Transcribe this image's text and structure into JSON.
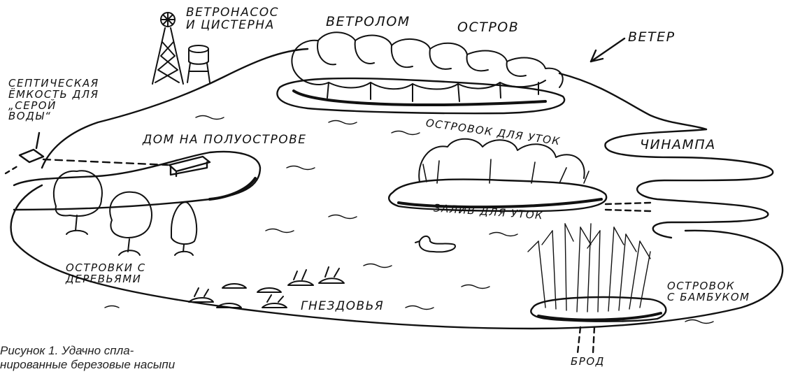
{
  "labels": {
    "windpump": [
      "ВЕТРОНАСОС",
      "И ЦИСТЕРНА"
    ],
    "windbreak": "ВЕТРОЛОМ",
    "island": "ОСТРОВ",
    "wind": "ВЕТЕР",
    "septic": [
      "СЕПТИЧЕСКАЯ",
      "ЁМКОСТЬ ДЛЯ",
      "„СЕРОЙ",
      "ВОДЫ“"
    ],
    "house": "ДОМ НА ПОЛУОСТРОВЕ",
    "duck_island": "ОСТРОВОК ДЛЯ УТОК",
    "chinampa": "ЧИНАМПА",
    "duck_bay": "ЗАЛИВ ДЛЯ УТОК",
    "tree_islands": [
      "ОСТРОВКИ С",
      "ДЕРЕВЬЯМИ"
    ],
    "nesting": "ГНЕЗДОВЬЯ",
    "bamboo_island": [
      "ОСТРОВОК",
      "С БАМБУКОМ"
    ],
    "ford": "БРОД"
  },
  "caption": [
    "Рисунок 1. Удачно спла-",
    "нированные березовые насыпи"
  ]
}
